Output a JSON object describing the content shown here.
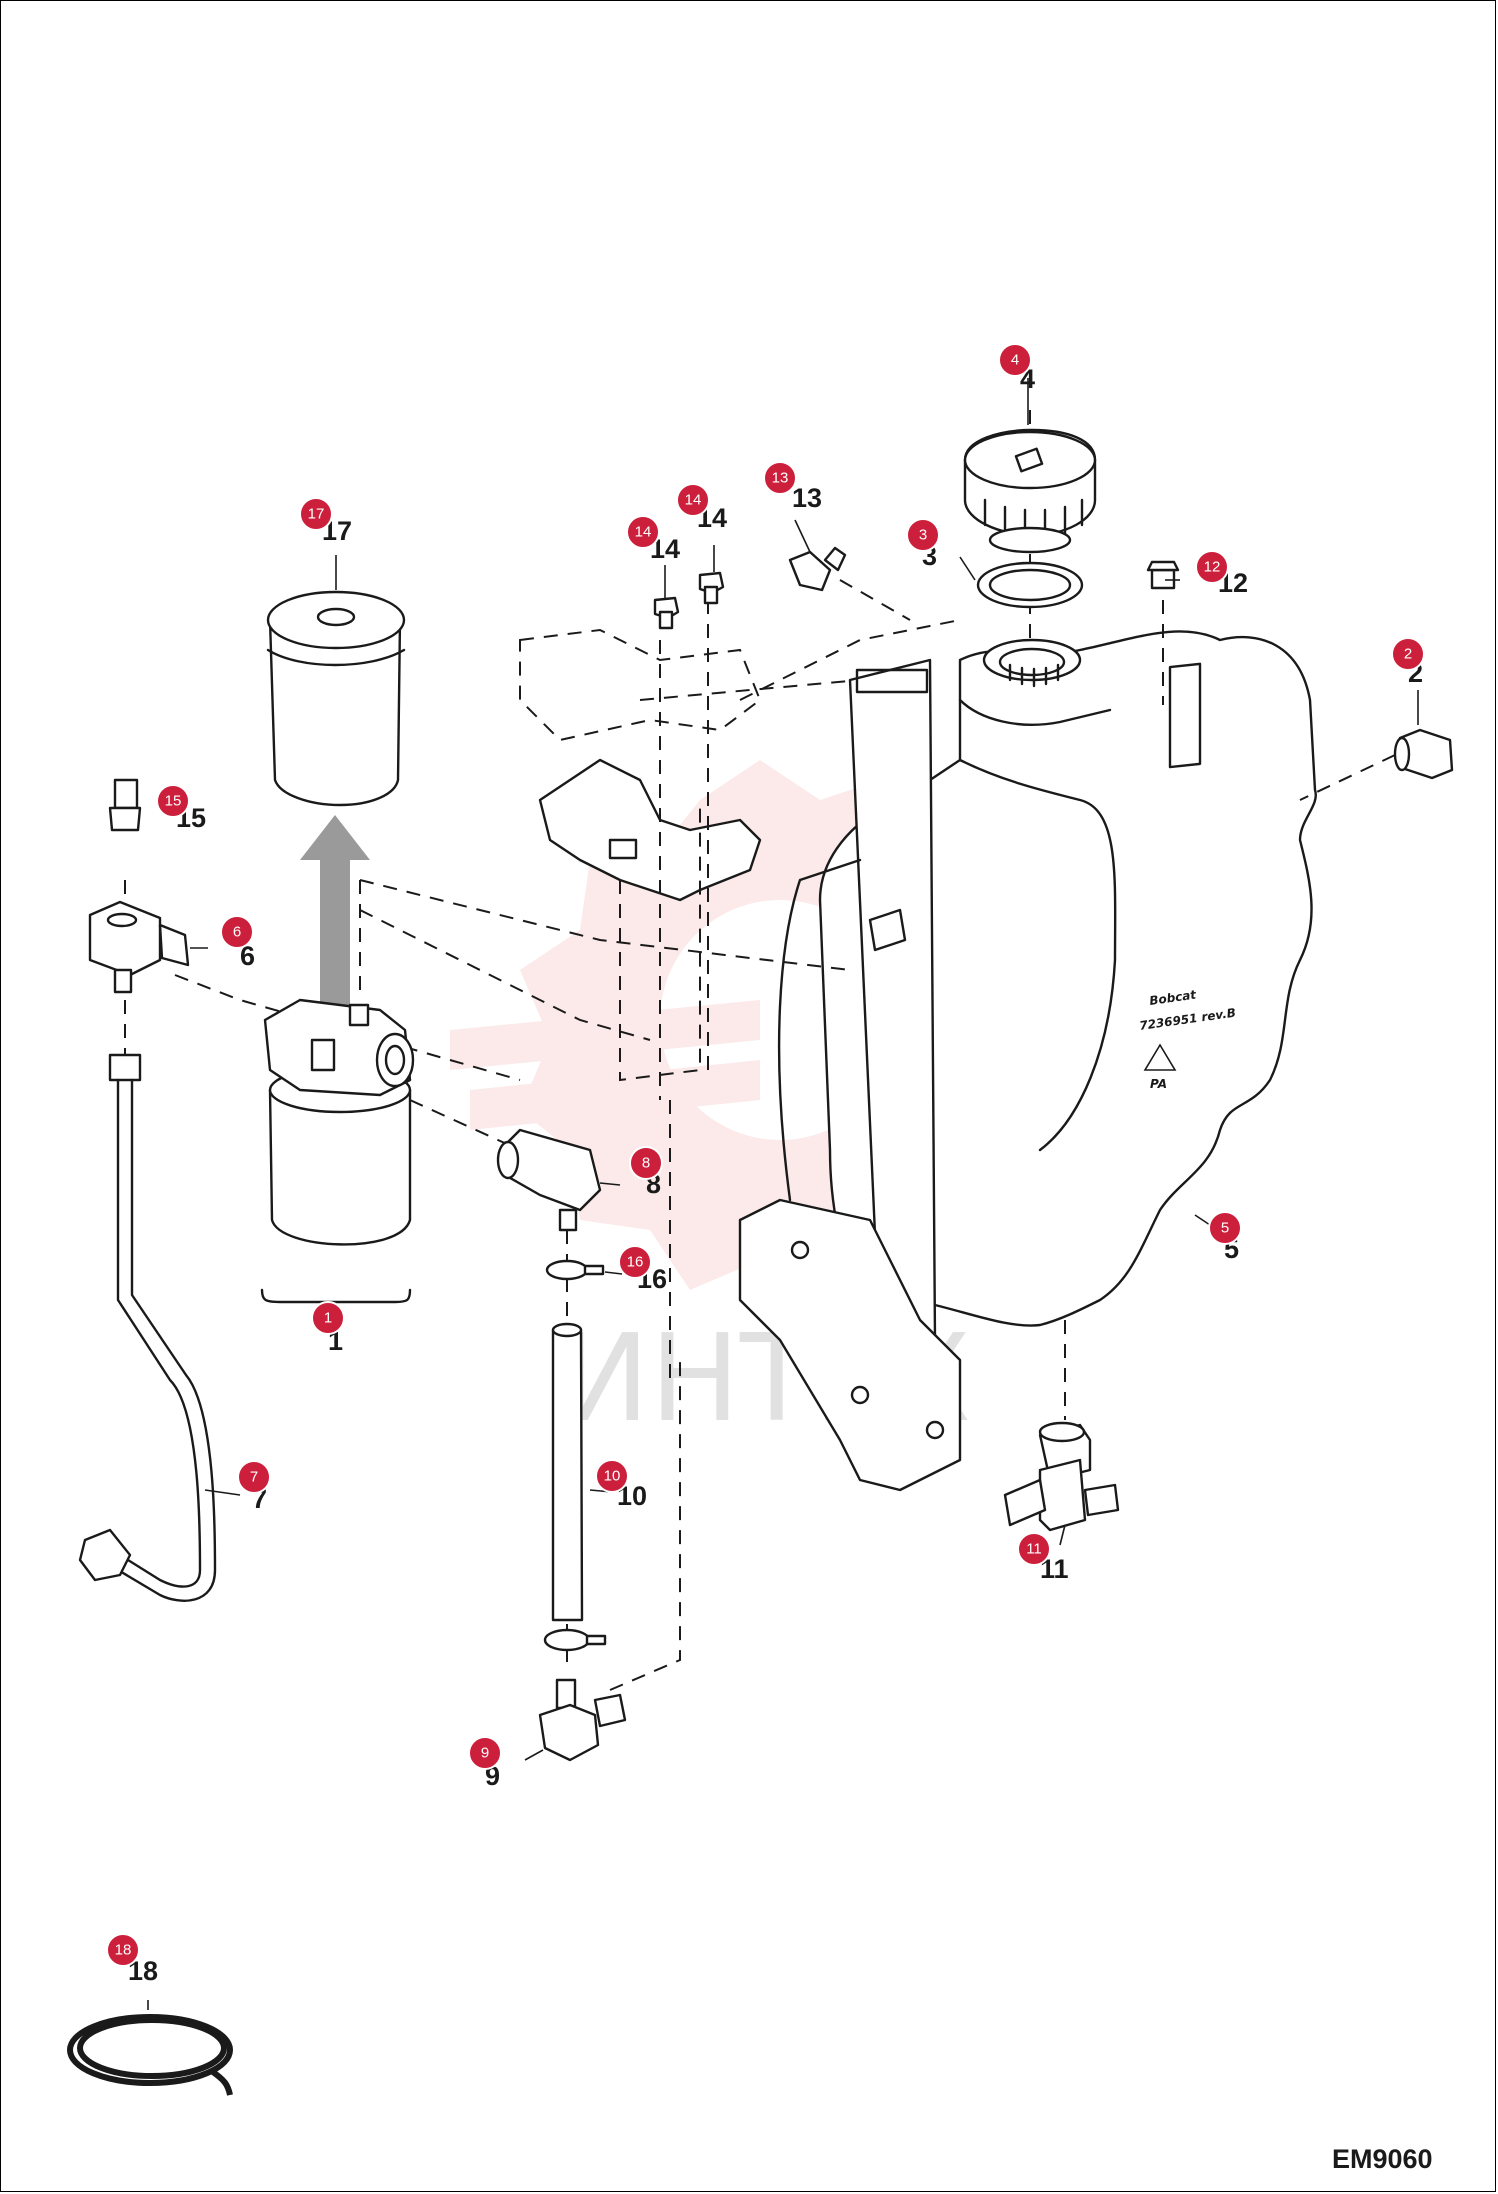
{
  "diagram": {
    "code": "EM9060",
    "watermark": "ИНТЕХ",
    "tank_marking": {
      "brand": "Bobcat",
      "part_rev": "7236951 rev.B",
      "material": "PA"
    },
    "callouts": [
      {
        "id": "1",
        "number": "1",
        "badge": "1"
      },
      {
        "id": "2",
        "number": "2",
        "badge": "2"
      },
      {
        "id": "3",
        "number": "3",
        "badge": "3"
      },
      {
        "id": "4",
        "number": "4",
        "badge": "4"
      },
      {
        "id": "5",
        "number": "5",
        "badge": "5"
      },
      {
        "id": "6",
        "number": "6",
        "badge": "6"
      },
      {
        "id": "7",
        "number": "7",
        "badge": "7"
      },
      {
        "id": "8",
        "number": "8",
        "badge": "8"
      },
      {
        "id": "9",
        "number": "9",
        "badge": "9"
      },
      {
        "id": "10",
        "number": "10",
        "badge": "10"
      },
      {
        "id": "11",
        "number": "11",
        "badge": "11"
      },
      {
        "id": "12",
        "number": "12",
        "badge": "12"
      },
      {
        "id": "13",
        "number": "13",
        "badge": "13"
      },
      {
        "id": "14a",
        "number": "14",
        "badge": "14"
      },
      {
        "id": "14b",
        "number": "14",
        "badge": "14"
      },
      {
        "id": "15",
        "number": "15",
        "badge": "15"
      },
      {
        "id": "16",
        "number": "16",
        "badge": "16"
      },
      {
        "id": "17",
        "number": "17",
        "badge": "17"
      },
      {
        "id": "18",
        "number": "18",
        "badge": "18"
      }
    ]
  },
  "colors": {
    "badge": "#cc1f3b",
    "line": "#1a1a1a",
    "watermark": "#f2b8b8"
  }
}
